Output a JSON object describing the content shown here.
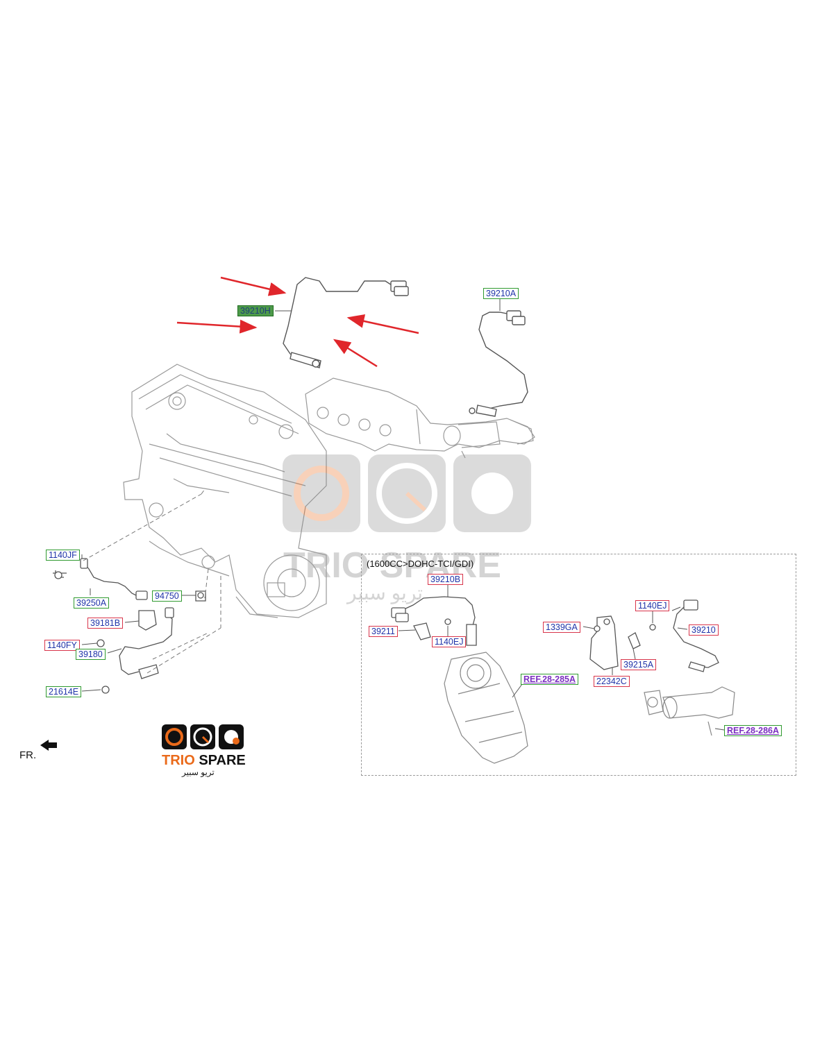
{
  "variant": {
    "title": "(1600CC>DOHC-TCI/GDI)"
  },
  "labels": {
    "p39210H": "39210H",
    "p39210A": "39210A",
    "p1140JF": "1140JF",
    "p39250A": "39250A",
    "p94750": "94750",
    "p39181B": "39181B",
    "p1140FY": "1140FY",
    "p39180": "39180",
    "p21614E": "21614E",
    "p39210B": "39210B",
    "p39211": "39211",
    "p1140EJ_left": "1140EJ",
    "p1339GA": "1339GA",
    "p1140EJ_right": "1140EJ",
    "p39210": "39210",
    "p39215A": "39215A",
    "p22342C": "22342C",
    "ref285A": "REF.28-285A",
    "ref286A": "REF.28-286A"
  },
  "orientation": {
    "label": "FR."
  },
  "watermark": {
    "text": "TRIO SPARE",
    "arabic": "تريو سبير"
  },
  "logo": {
    "word1": "TRIO",
    "word2": "SPARE",
    "arabic": "تريو سبير"
  },
  "colors": {
    "arrow": "#e0262b",
    "highlight": "#4d9a4a",
    "ref_text": "#7a2fc0",
    "label_text": "#1f33a8",
    "brand_orange": "#ea6a1a"
  }
}
